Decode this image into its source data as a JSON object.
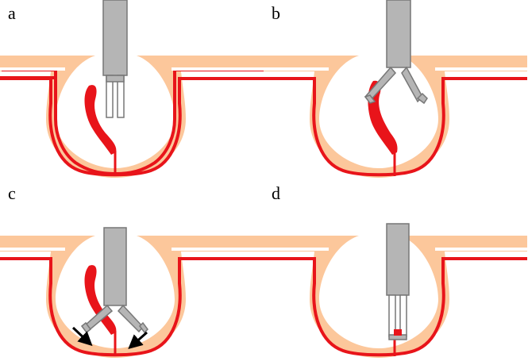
{
  "panels": [
    {
      "id": "a",
      "label": "a"
    },
    {
      "id": "b",
      "label": "b"
    },
    {
      "id": "c",
      "label": "c"
    },
    {
      "id": "d",
      "label": "d"
    }
  ],
  "colors": {
    "tissue": "#fcc79b",
    "wall_line": "#e8141a",
    "blood": "#e8141a",
    "instrument_fill": "#b5b5b5",
    "instrument_stroke": "#777777",
    "arrow": "#000000"
  },
  "icons": {
    "instrument": "clip-applier-icon",
    "vessel": "bleeding-vessel-icon",
    "arrow": "closing-arrow-icon"
  }
}
